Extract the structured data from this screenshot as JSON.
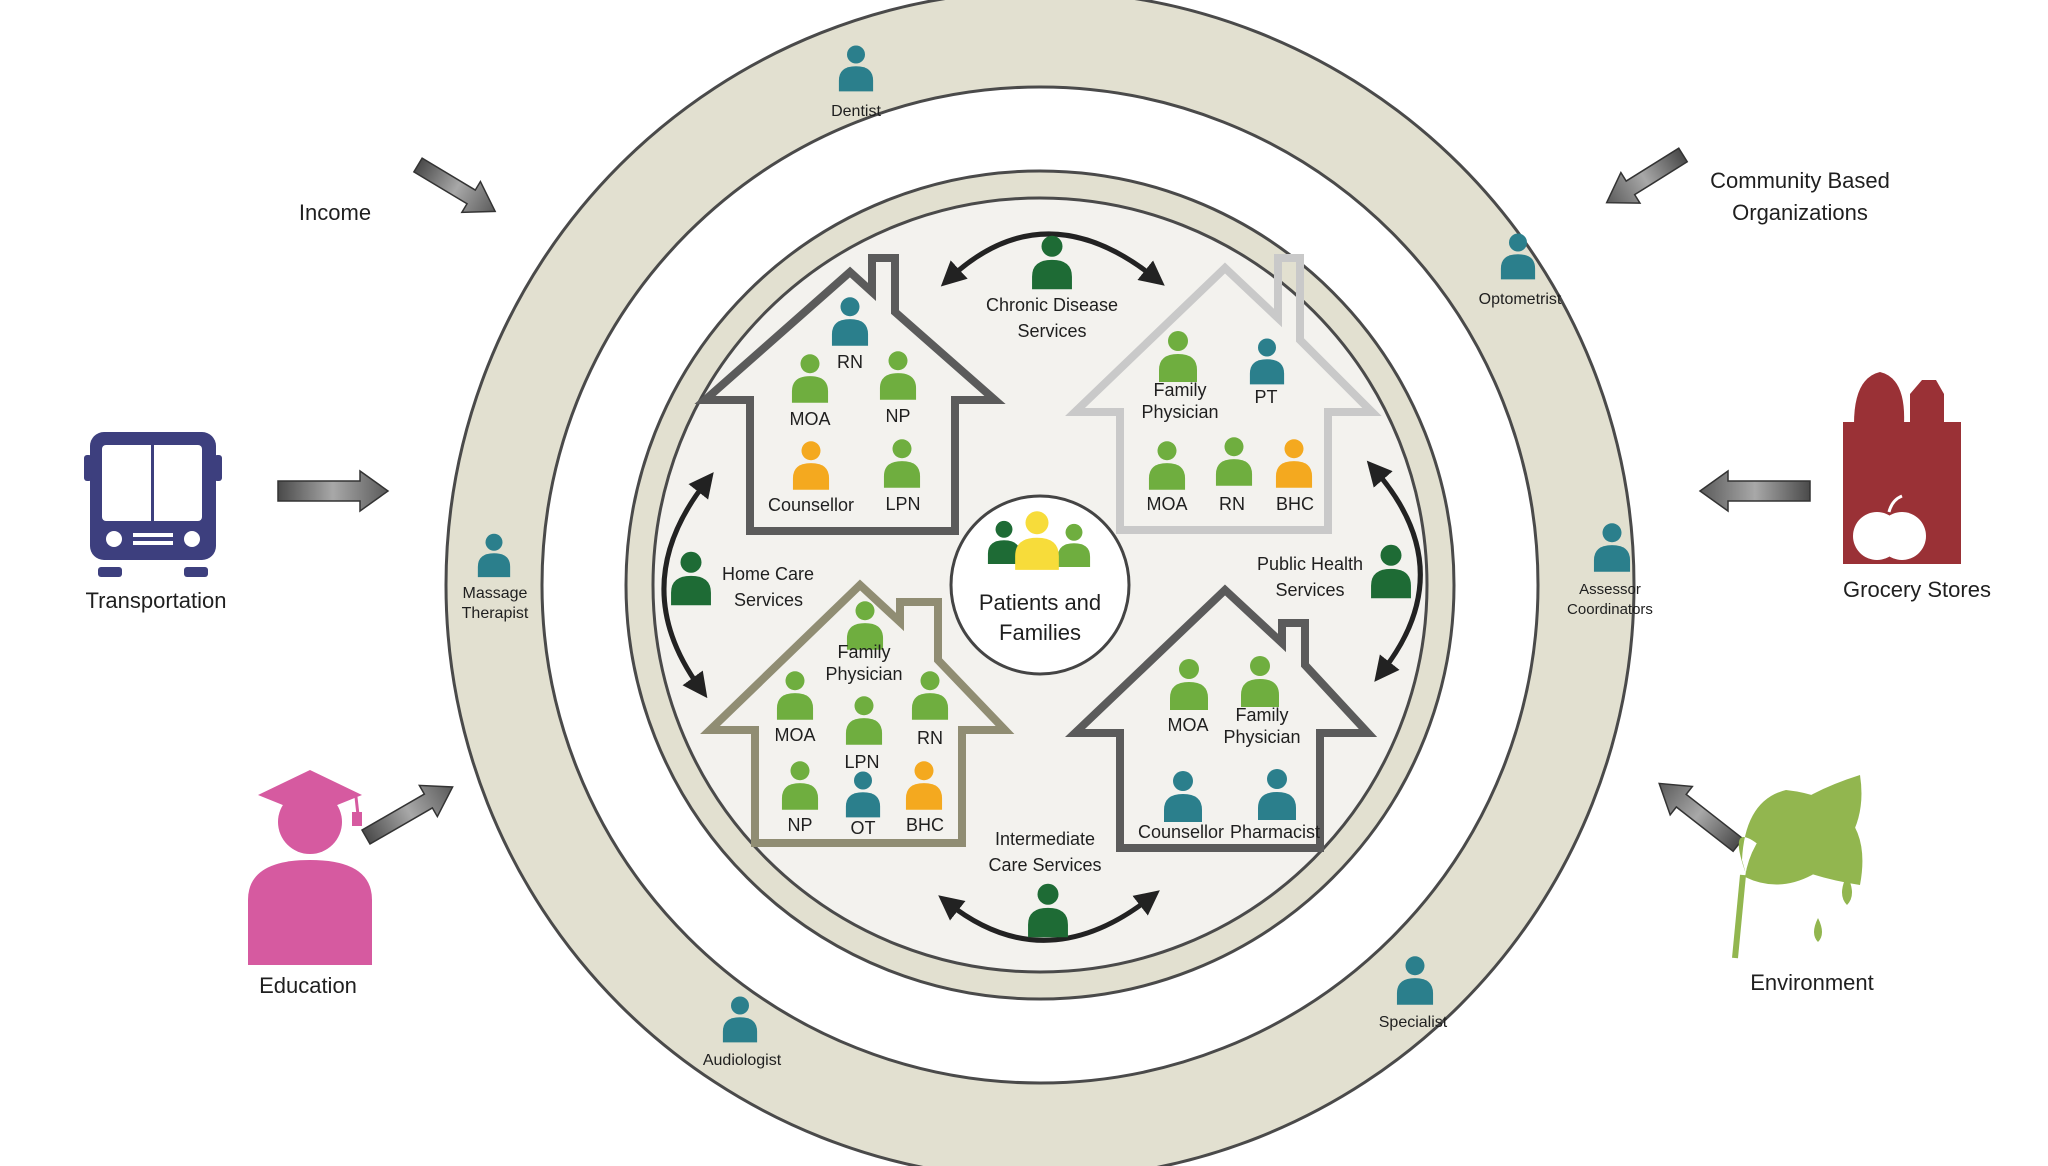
{
  "center": {
    "line1": "Patients and",
    "line2": "Families"
  },
  "houses": {
    "top_left": [
      {
        "key": "rn",
        "label": "RN"
      },
      {
        "key": "moa",
        "label": "MOA"
      },
      {
        "key": "np",
        "label": "NP"
      },
      {
        "key": "counsellor",
        "label": "Counsellor"
      },
      {
        "key": "lpn",
        "label": "LPN"
      }
    ],
    "top_right": [
      {
        "key": "fp",
        "label": "Family Physician"
      },
      {
        "key": "pt",
        "label": "PT"
      },
      {
        "key": "moa",
        "label": "MOA"
      },
      {
        "key": "rn",
        "label": "RN"
      },
      {
        "key": "bhc",
        "label": "BHC"
      }
    ],
    "bottom_left": [
      {
        "key": "fp",
        "label": "Family Physician"
      },
      {
        "key": "moa",
        "label": "MOA"
      },
      {
        "key": "lpn",
        "label": "LPN"
      },
      {
        "key": "rn",
        "label": "RN"
      },
      {
        "key": "np",
        "label": "NP"
      },
      {
        "key": "ot",
        "label": "OT"
      },
      {
        "key": "bhc",
        "label": "BHC"
      }
    ],
    "bottom_right": [
      {
        "key": "moa",
        "label": "MOA"
      },
      {
        "key": "fp",
        "label": "Family Physician"
      },
      {
        "key": "counsellor",
        "label": "Counsellor"
      },
      {
        "key": "pharmacist",
        "label": "Pharmacist"
      }
    ]
  },
  "services": {
    "chronic": "Chronic Disease Services",
    "home_care": "Home Care Services",
    "public_health": "Public Health Services",
    "intermediate": "Intermediate Care Services"
  },
  "outer_ring": {
    "dentist": "Dentist",
    "optometrist": "Optometrist",
    "massage": "Massage Therapist",
    "assessor": "Assessor Coordinators",
    "audiologist": "Audiologist",
    "specialist": "Specialist"
  },
  "determinants": {
    "income": "Income",
    "community": "Community Based Organizations",
    "transportation": "Transportation",
    "grocery": "Grocery Stores",
    "education": "Education",
    "environment": "Environment"
  },
  "colors": {
    "light_green": "#6fae3f",
    "dark_green": "#1e6b35",
    "teal": "#2b7f8c",
    "orange": "#f4a91f",
    "yellow": "#f7dc3a",
    "navy": "#3d3f7e",
    "pink": "#d65aa0",
    "maroon": "#9a3136",
    "leaf": "#92b64f",
    "ring": "#e2e0d0",
    "inner": "#f3f2ee"
  },
  "icons": {
    "transportation": "bus-icon",
    "education": "graduation-icon",
    "grocery": "grocery-bag-icon",
    "environment": "leaf-icon"
  }
}
